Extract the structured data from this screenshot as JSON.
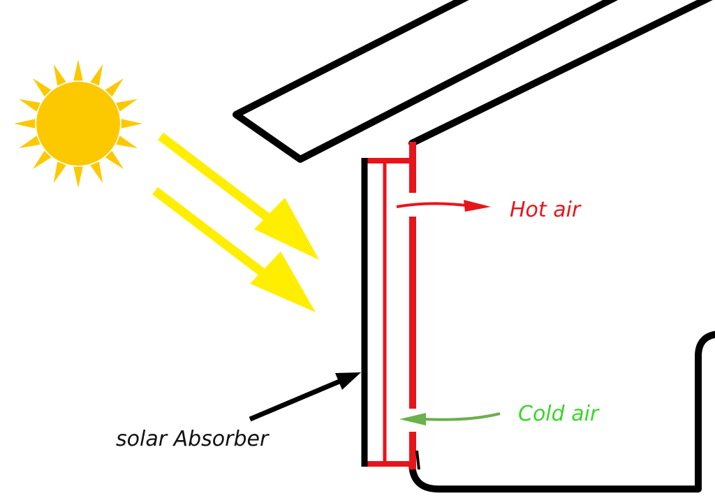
{
  "labels": {
    "hot_air": "Hot air",
    "cold_air": "Cold air",
    "absorber": "solar Absorber"
  },
  "colors": {
    "hot": "#e8141b",
    "cold": "#3ad62a",
    "cold_arrow": "#6ab04c",
    "sun": "#fcc900",
    "rays": "#ffee00",
    "outline": "#000000",
    "collector": "#e8141b"
  },
  "icons": {
    "sun": "sun-icon"
  }
}
